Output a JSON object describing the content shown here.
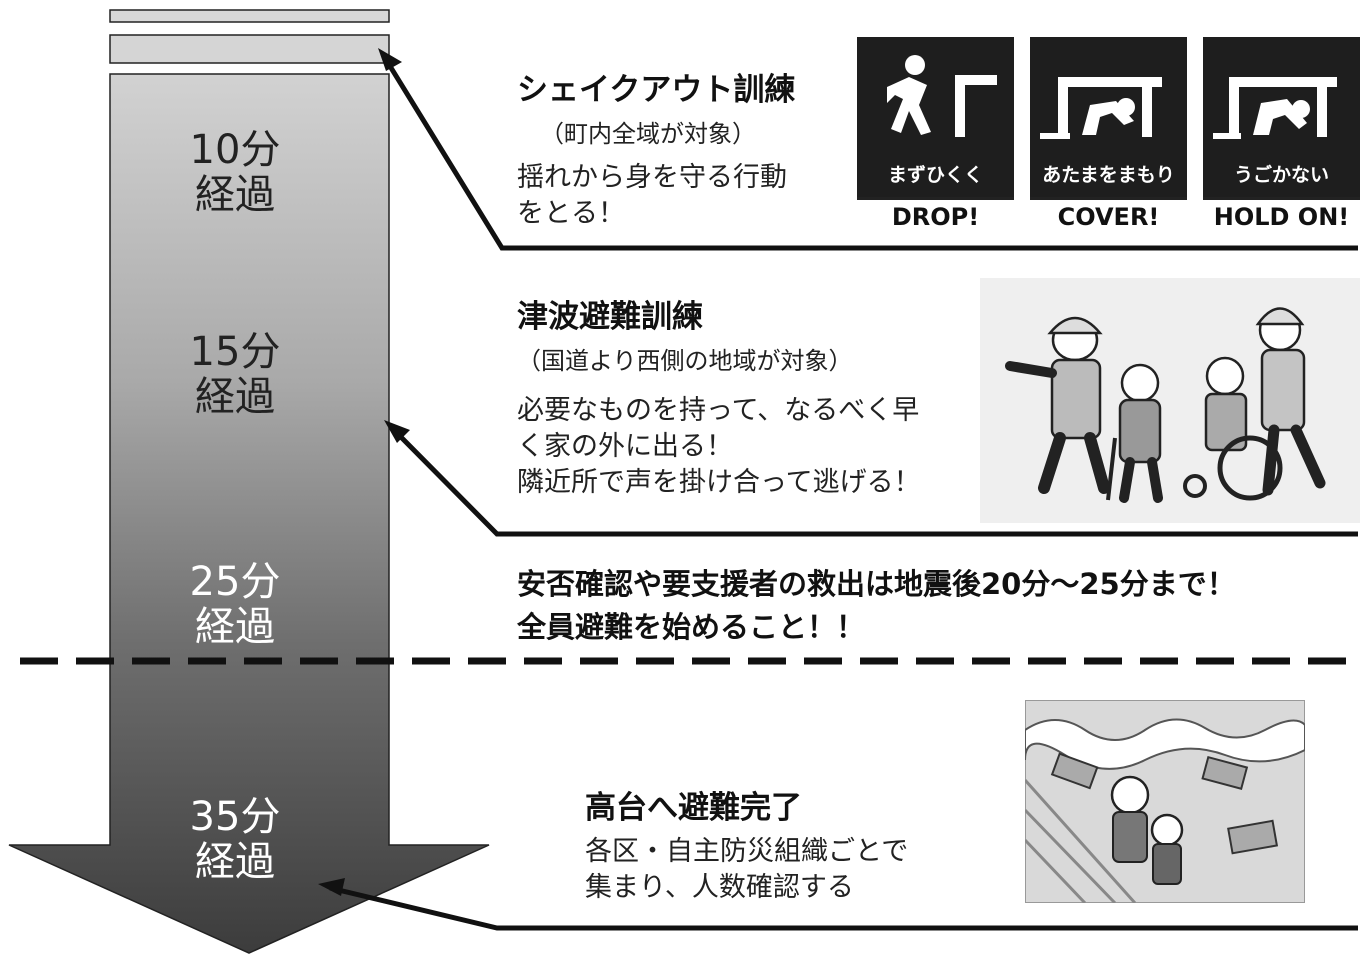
{
  "timeline": [
    {
      "time": "10分",
      "label": "経過"
    },
    {
      "time": "15分",
      "label": "経過"
    },
    {
      "time": "25分",
      "label": "経過"
    },
    {
      "time": "35分",
      "label": "経過"
    }
  ],
  "shakeout": {
    "title": "シェイクアウト訓練",
    "scope": "（町内全域が対象）",
    "desc_line1": "揺れから身を守る行動",
    "desc_line2": "をとる！",
    "signs": [
      {
        "jp": "まずひくく",
        "en": "DROP!"
      },
      {
        "jp": "あたまをまもり",
        "en": "COVER!"
      },
      {
        "jp": "うごかない",
        "en": "HOLD ON!"
      }
    ]
  },
  "tsunami": {
    "title": "津波避難訓練",
    "scope": "（国道より西側の地域が対象）",
    "desc_line1": "必要なものを持って、なるべく早",
    "desc_line2": "く家の外に出る！",
    "desc_line3": "隣近所で声を掛け合って逃げる！"
  },
  "warning": {
    "line1": "安否確認や要支援者の救出は地震後20分～25分まで！",
    "line2": "全員避難を始めること！！"
  },
  "complete": {
    "title": "高台へ避難完了",
    "desc_line1": "各区・自主防災組織ごとで",
    "desc_line2": "集まり、人数確認する"
  }
}
